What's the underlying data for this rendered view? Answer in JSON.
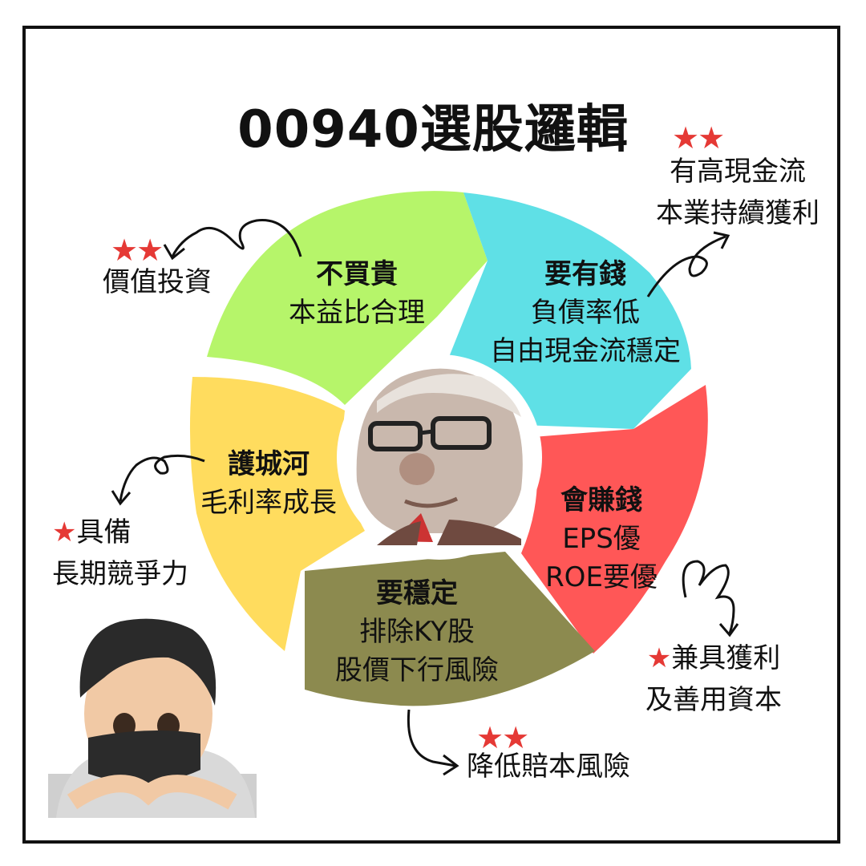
{
  "title": "00940選股邏輯",
  "segments": [
    {
      "id": "green",
      "color": "#b6f56a",
      "head": "不買貴",
      "line1": "本益比合理",
      "line2": ""
    },
    {
      "id": "cyan",
      "color": "#5fe0e6",
      "head": "要有錢",
      "line1": "負債率低",
      "line2": "自由現金流穩定"
    },
    {
      "id": "red",
      "color": "#ff5757",
      "head": "會賺錢",
      "line1": "EPS優",
      "line2": "ROE要優"
    },
    {
      "id": "olive",
      "color": "#8c8a4f",
      "head": "要穩定",
      "line1": "排除KY股",
      "line2": "股價下行風險"
    },
    {
      "id": "yellow",
      "color": "#ffdc5e",
      "head": "護城河",
      "line1": "毛利率成長",
      "line2": ""
    }
  ],
  "notes": {
    "value": {
      "stars": "★★",
      "line1": "價值投資",
      "line2": ""
    },
    "cash": {
      "stars": "★★",
      "line1": "有高現金流",
      "line2": "本業持續獲利"
    },
    "moat": {
      "stars": "★",
      "line1": "具備",
      "line2": "長期競爭力"
    },
    "profit": {
      "stars": "★",
      "line1": "兼具獲利",
      "line2": "及善用資本"
    },
    "risk": {
      "stars": "★★",
      "line1": "降低賠本風險",
      "line2": ""
    }
  },
  "colors": {
    "star": "#e53935",
    "highlight": "#c9f79a",
    "frame": "#111111"
  }
}
